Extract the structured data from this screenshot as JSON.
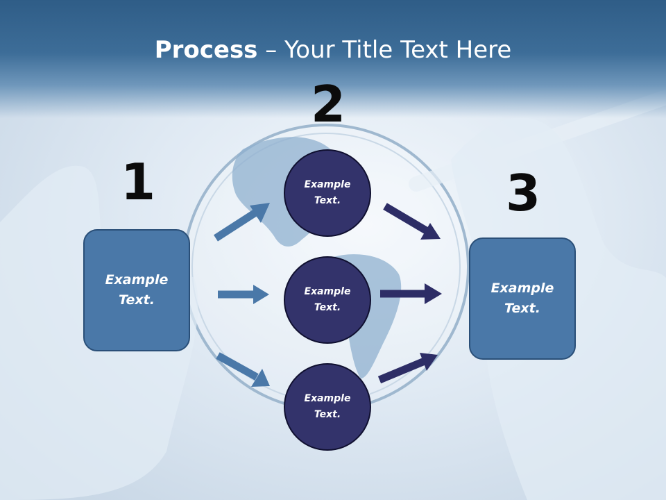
{
  "slide": {
    "title_bold": "Process",
    "title_rest": " – Your Title Text Here"
  },
  "colors": {
    "header": "#3d6d98",
    "rect_fill": "#4a78a8",
    "circle_fill": "#33336b",
    "arrow_left": "#4a78a8",
    "arrow_right": "#2d2d66"
  },
  "steps": [
    {
      "number": "1",
      "text": "Example Text."
    },
    {
      "number": "2",
      "items": [
        "Example Text.",
        "Example Text.",
        "Example Text."
      ]
    },
    {
      "number": "3",
      "text": "Example Text."
    }
  ]
}
